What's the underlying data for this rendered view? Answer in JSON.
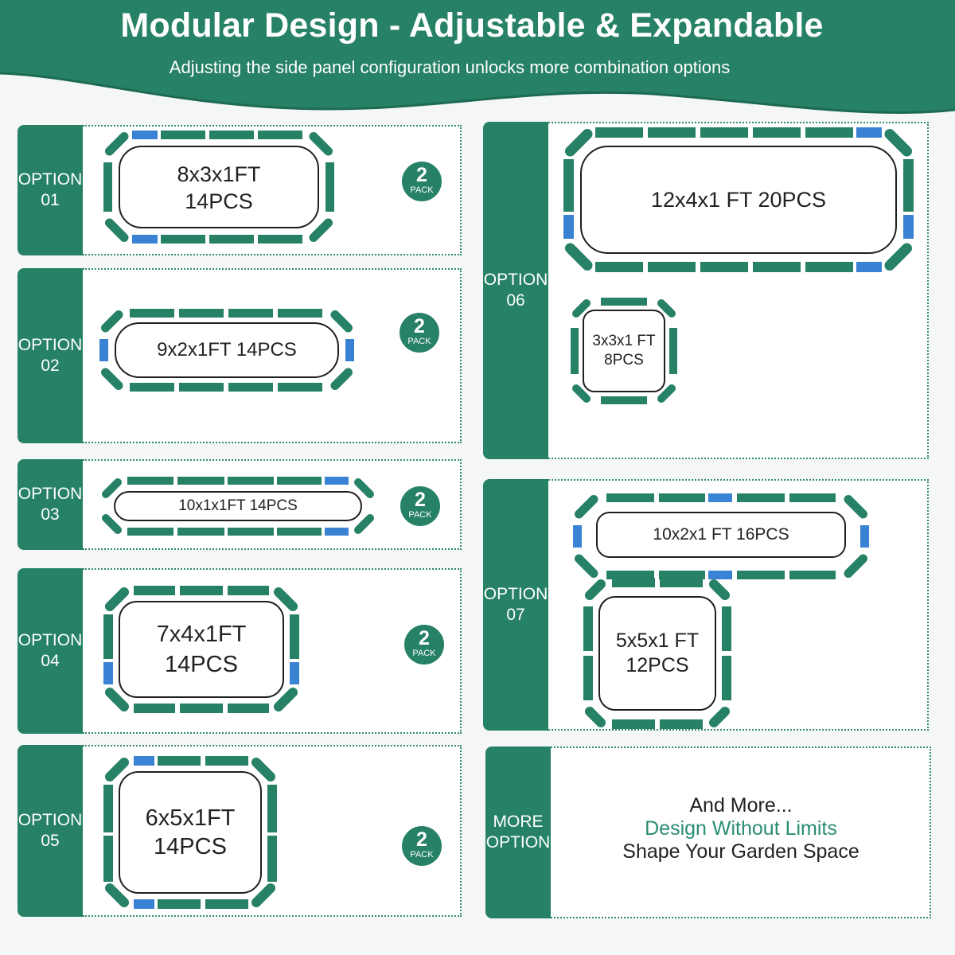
{
  "header": {
    "title": "Modular Design - Adjustable & Expandable",
    "subtitle": "Adjusting the side panel configuration unlocks more combination options"
  },
  "colors": {
    "green": "#268166",
    "blue": "#3a82d4",
    "panel": "#ffffff",
    "dots": "#2f8a70"
  },
  "options": [
    {
      "tab1": "OPTION",
      "tab2": "01",
      "label": "8x3x1FT\n14PCS",
      "pack": "2",
      "pack_label": "PACK"
    },
    {
      "tab1": "OPTION",
      "tab2": "02",
      "label": "9x2x1FT  14PCS",
      "pack": "2",
      "pack_label": "PACK"
    },
    {
      "tab1": "OPTION",
      "tab2": "03",
      "label": "10x1x1FT 14PCS",
      "pack": "2",
      "pack_label": "PACK"
    },
    {
      "tab1": "OPTION",
      "tab2": "04",
      "label": "7x4x1FT\n14PCS",
      "pack": "2",
      "pack_label": "PACK"
    },
    {
      "tab1": "OPTION",
      "tab2": "05",
      "label": "6x5x1FT\n14PCS",
      "pack": "2",
      "pack_label": "PACK"
    },
    {
      "tab1": "OPTION",
      "tab2": "06",
      "label": "12x4x1 FT 20PCS",
      "label_b": "3x3x1 FT\n8PCS"
    },
    {
      "tab1": "OPTION",
      "tab2": "07",
      "label": "10x2x1 FT 16PCS",
      "label_b": "5x5x1 FT\n12PCS"
    }
  ],
  "more": {
    "tab1": "MORE",
    "tab2": "OPTION",
    "line1": "And More...",
    "line2": "Design Without Limits",
    "line3": "Shape Your Garden Space"
  }
}
